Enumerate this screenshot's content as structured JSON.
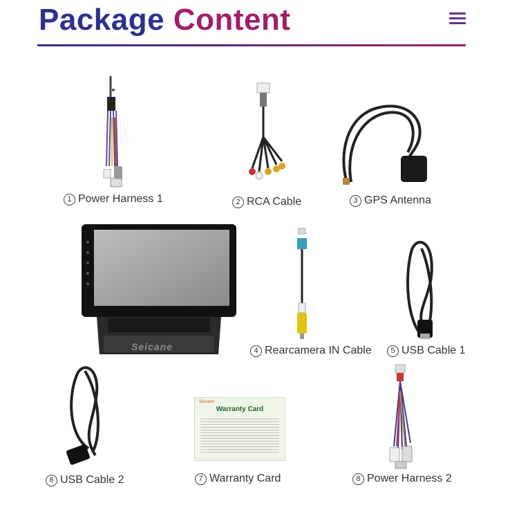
{
  "header": {
    "title_part1": "Package",
    "title_part2": "Content",
    "menu_icon": "hamburger-menu-icon",
    "colors": {
      "title_primary": "#2f2f8f",
      "title_accent": "#a01f68"
    }
  },
  "items": [
    {
      "num": "1",
      "label": "Power Harness 1"
    },
    {
      "num": "2",
      "label": "RCA Cable"
    },
    {
      "num": "3",
      "label": "GPS Antenna"
    },
    {
      "num": "4",
      "label": "Rearcamera IN Cable"
    },
    {
      "num": "5",
      "label": "USB Cable 1"
    },
    {
      "num": "6",
      "label": "USB Cable 2"
    },
    {
      "num": "7",
      "label": "Warranty Card"
    },
    {
      "num": "8",
      "label": "Power Harness 2"
    }
  ],
  "head_unit": {
    "brand": "Seicane"
  },
  "warranty_card": {
    "brand": "Seicane",
    "title": "Warranty Card"
  }
}
